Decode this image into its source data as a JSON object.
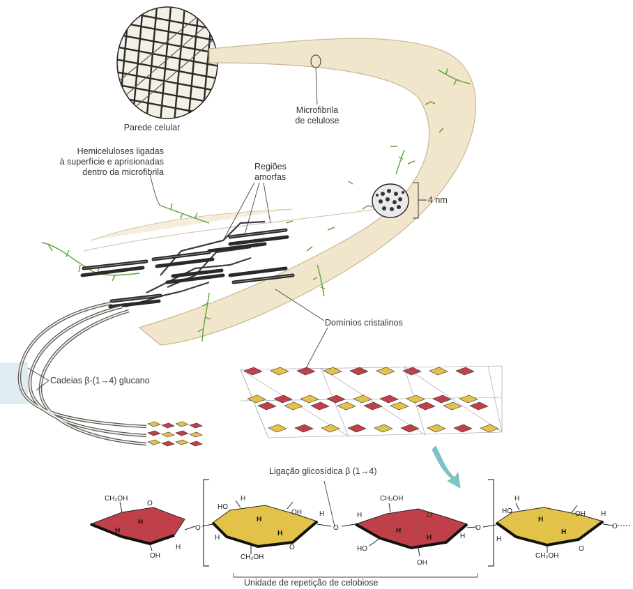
{
  "labels": {
    "cell_wall": "Parede celular",
    "microfibril": [
      "Microfibrila",
      "de celulose"
    ],
    "hemicellulose": [
      "Hemiceluloses ligadas",
      "à superfície e aprisionadas",
      "dentro da microfibrila"
    ],
    "amorphous": [
      "Regiões",
      "amorfas"
    ],
    "scale": "4 nm",
    "crystalline": "Domínios cristalinos",
    "glucan_chains": "Cadeias β-(1→4) glucano",
    "glycosidic_bond": "Ligação glicosídica β (1→4)",
    "repeat_unit": "Unidade de repetição de celobiose"
  },
  "chem": {
    "ch2oh": "CH₂OH",
    "oh": "OH",
    "ho": "HO",
    "h": "H",
    "o": "O"
  },
  "colors": {
    "fibril": "#f1e6cc",
    "fibril_edge": "#c9b690",
    "hemicellulose": "#5aa23a",
    "chain_dark": "#3c3c3c",
    "sugar_red": "#c0404a",
    "sugar_yellow": "#e3c24a",
    "arrow": "#7cc4c6"
  }
}
